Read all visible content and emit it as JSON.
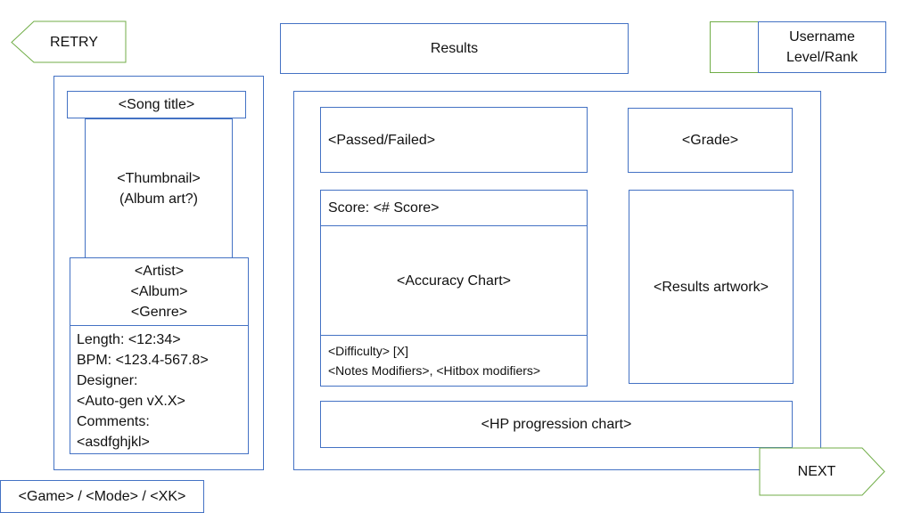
{
  "header": {
    "retry_label": "RETRY",
    "title": "Results",
    "user": {
      "username": "Username",
      "level_rank": "Level/Rank"
    }
  },
  "song": {
    "title": "<Song title>",
    "thumbnail": {
      "line1": "<Thumbnail>",
      "line2": "(Album art?)"
    },
    "meta": {
      "artist": "<Artist>",
      "album": "<Album>",
      "genre": "<Genre>"
    },
    "details": {
      "length": "Length: <12:34>",
      "bpm": "BPM: <123.4-567.8>",
      "designer_label": "Designer:",
      "designer_value": "<Auto-gen vX.X>",
      "comments_label": "Comments:",
      "comments_value": "<asdfghjkl>"
    }
  },
  "results": {
    "passed_failed": "<Passed/Failed>",
    "grade": "<Grade>",
    "score": "Score: <# Score>",
    "accuracy_chart": "<Accuracy Chart>",
    "difficulty": "<Difficulty> [X]",
    "modifiers": "<Notes Modifiers>, <Hitbox modifiers>",
    "artwork": "<Results artwork>",
    "hp_chart": "<HP progression chart>"
  },
  "footer": {
    "next_label": "NEXT",
    "breadcrumb": "<Game> / <Mode> / <XK>"
  },
  "colors": {
    "box_border": "#4472c4",
    "arrow_border": "#70ad47"
  }
}
